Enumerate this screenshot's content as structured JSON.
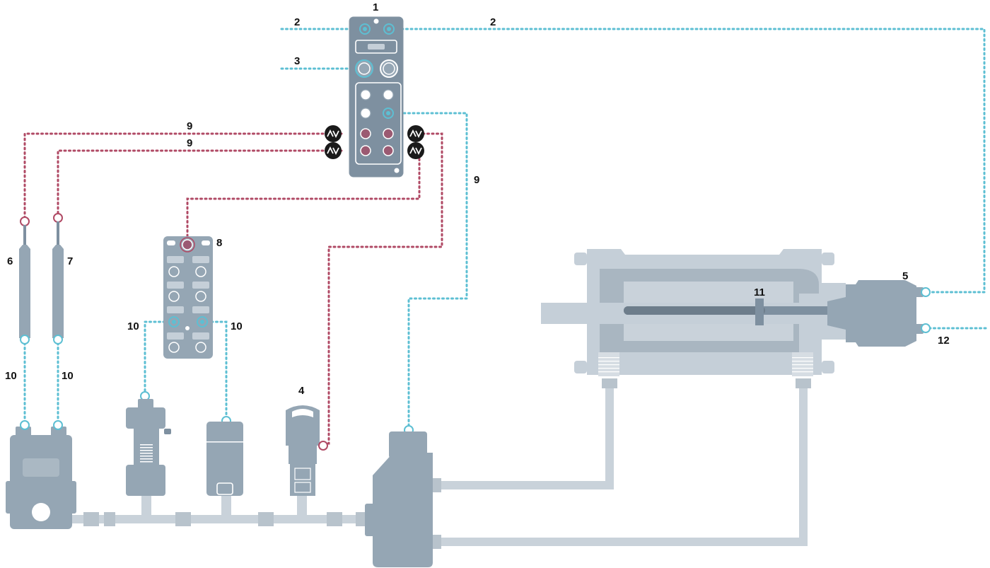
{
  "labels": {
    "l1": "1",
    "l2a": "2",
    "l2b": "2",
    "l3": "3",
    "l4": "4",
    "l5": "5",
    "l6": "6",
    "l7": "7",
    "l8": "8",
    "l9a": "9",
    "l9b": "9",
    "l9c": "9",
    "l10a": "10",
    "l10b": "10",
    "l10c": "10",
    "l10d": "10",
    "l11": "11",
    "l12": "12"
  },
  "colors": {
    "teal_line": "#5dbfd3",
    "red_line": "#b04a65",
    "device": "#95a6b4",
    "pipe": "#c9d2da"
  },
  "icons": [
    "analog-converter-icon"
  ]
}
